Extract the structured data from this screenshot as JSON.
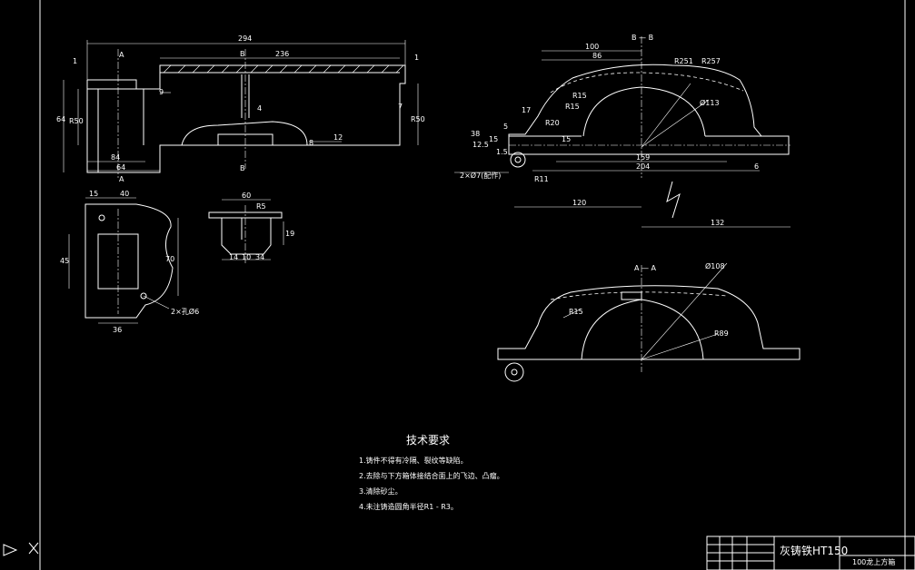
{
  "colors": {
    "background": "#000000",
    "lines": "#ffffff"
  },
  "drawing": {
    "title_block": {
      "material": "灰铸铁HT150",
      "part_name": "100龙上方箱"
    },
    "technical_requirements": {
      "title": "技术要求",
      "items": [
        "1.铸件不得有冷隔、裂纹等缺陷。",
        "2.去除与下方箱体接结合面上的飞边、凸瘤。",
        "3.清除砂尘。",
        "4.未注铸造圆角半径R1 - R3。"
      ]
    },
    "section_labels": {
      "bb": "B — B",
      "aa": "A — A",
      "a_mark": "A",
      "b_mark": "B"
    },
    "dimensions": {
      "front_view": [
        "294",
        "236",
        "1",
        "1",
        "9",
        "4",
        "7",
        "64",
        "R50",
        "R50",
        "12",
        "8",
        "84",
        "64"
      ],
      "top_left_view": [
        "15",
        "40",
        "45",
        "70",
        "36",
        "2×孔Ø6"
      ],
      "detail_view": [
        "60",
        "R5",
        "19",
        "14",
        "10",
        "34"
      ],
      "bb_view": [
        "100",
        "86",
        "R251",
        "R257",
        "R15",
        "R15",
        "17",
        "R20",
        "Ø113",
        "38",
        "12.5",
        "15",
        "5",
        "1.5",
        "15",
        "6",
        "159",
        "204",
        "2×Ø7(配作)",
        "R11",
        "120",
        "132"
      ],
      "aa_view": [
        "Ø108",
        "R15",
        "R89"
      ]
    }
  }
}
